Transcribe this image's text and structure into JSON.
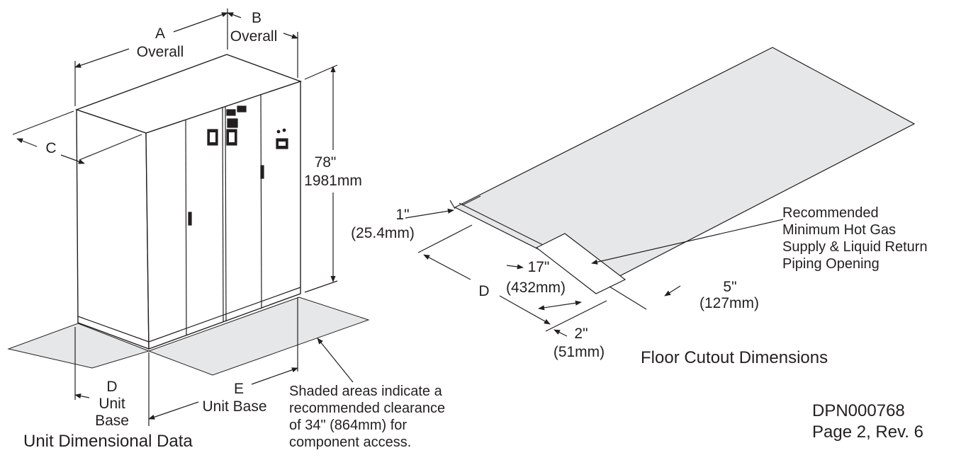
{
  "unit": {
    "dim_a": "A",
    "dim_a_sub": "Overall",
    "dim_b": "B",
    "dim_b_sub": "Overall",
    "dim_c": "C",
    "height_in": "78\"",
    "height_mm": "1981mm",
    "dim_d": "D",
    "dim_d_sub1": "Unit",
    "dim_d_sub2": "Base",
    "dim_e": "E",
    "dim_e_sub": "Unit Base",
    "clearance_note": [
      "Shaded areas indicate a",
      "recommended clearance",
      "of 34\" (864mm) for",
      "component access."
    ],
    "caption": "Unit Dimensional Data"
  },
  "floor": {
    "dim_1_in": "1\"",
    "dim_1_mm": "(25.4mm)",
    "dim_17_in": "17\"",
    "dim_17_mm": "(432mm)",
    "dim_d": "D",
    "dim_2_in": "2\"",
    "dim_2_mm": "(51mm)",
    "dim_5_in": "5\"",
    "dim_5_mm": "(127mm)",
    "piping_note": [
      "Recommended",
      "Minimum Hot Gas",
      "Supply & Liquid Return",
      "Piping Opening"
    ],
    "caption": "Floor Cutout Dimensions"
  },
  "doc": {
    "number": "DPN000768",
    "page": "Page 2, Rev. 6"
  },
  "colors": {
    "line": "#231f20",
    "shade": "#e6e7e8",
    "panel": "#ffffff"
  }
}
